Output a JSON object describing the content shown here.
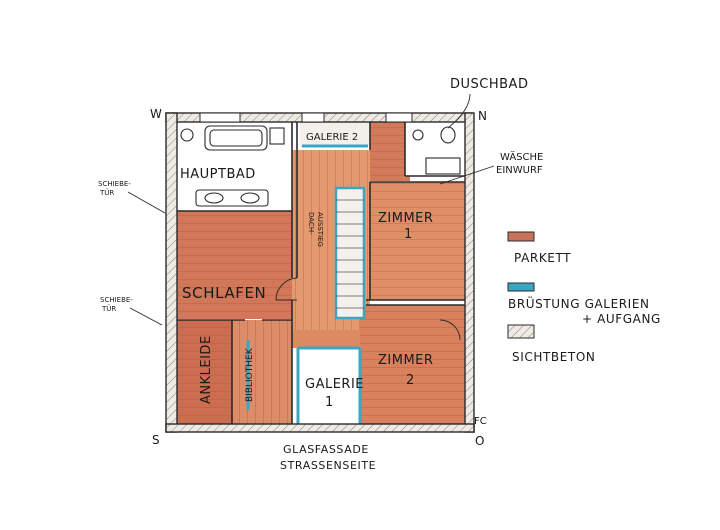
{
  "plan": {
    "compass": {
      "nw": "W",
      "ne": "N",
      "sw": "S",
      "se": "O"
    },
    "rooms": {
      "hauptbad": "HAUPTBAD",
      "galerie2": "GALERIE 2",
      "schlafen": "SCHLAFEN",
      "ankleide": "ANKLEIDE",
      "bibliothek": "BIBLIOTHEK",
      "galerie1_line1": "GALERIE",
      "galerie1_line2": "1",
      "zimmer1_line1": "ZIMMER",
      "zimmer1_line2": "1",
      "zimmer2_line1": "ZIMMER",
      "zimmer2_line2": "2",
      "dachausstieg_line1": "DACH-",
      "dachausstieg_line2": "AUSSTIEG"
    },
    "annotations": {
      "duschbad": "DUSCHBAD",
      "waesche_line1": "WÄSCHE",
      "waesche_line2": "EINWURF",
      "schiebetuer_line1": "SCHIEBE-",
      "schiebetuer_line2": "TÜR",
      "fassade_line1": "GLASFASSADE",
      "fassade_line2": "STRASSENSEITE",
      "signature": "FC"
    }
  },
  "legend": [
    {
      "label": "PARKETT",
      "color": "#c9725a"
    },
    {
      "label": "BRÜSTUNG GALERIEN",
      "label2": "+ AUFGANG",
      "color": "#3aa6c4"
    },
    {
      "label": "SICHTBETON",
      "color": "#d9d2c8"
    }
  ],
  "colors": {
    "wall": "#f2efe9",
    "wall_line": "#2a2a2a",
    "parkett_dark": "#c45f47",
    "parkett_light": "#e59a6f",
    "tile": "#ffffff",
    "railing": "#3aa6c4"
  }
}
